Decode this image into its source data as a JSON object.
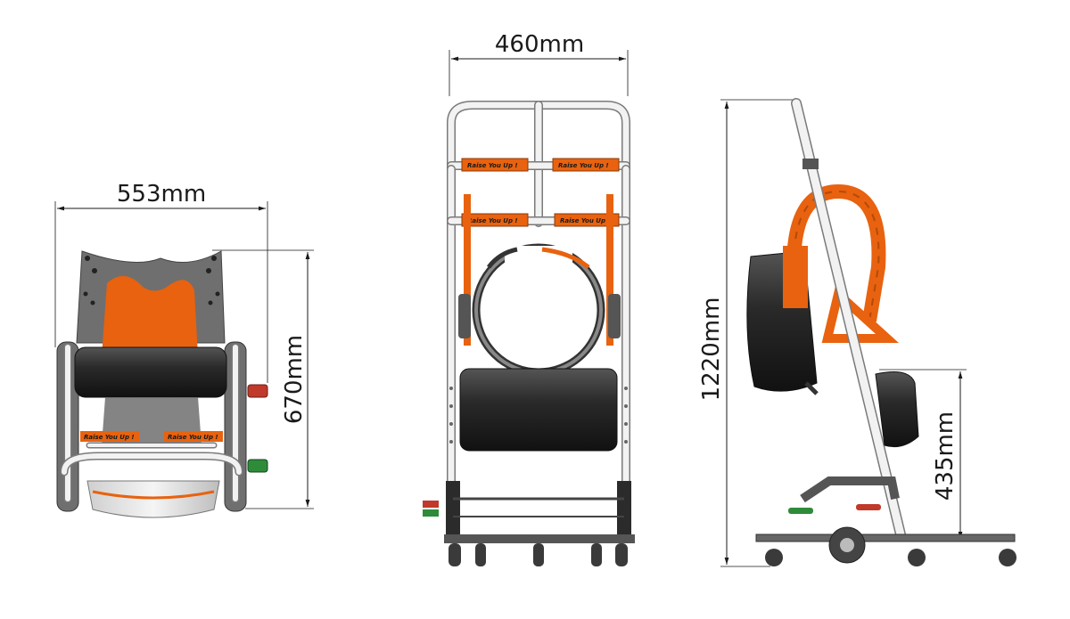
{
  "dimensions": {
    "top_width": "553mm",
    "top_depth": "670mm",
    "front_width": "460mm",
    "side_height": "1220mm",
    "seat_height": "435mm"
  },
  "strap_label": "Raise You Up !",
  "colors": {
    "accent_orange": "#e8620f",
    "dark_pad": "#2b2b2b",
    "plate_grey": "#6f6f6f",
    "frame_grey": "#7a7a7a",
    "button_red": "#c0392b",
    "button_green": "#2e8b3a"
  }
}
